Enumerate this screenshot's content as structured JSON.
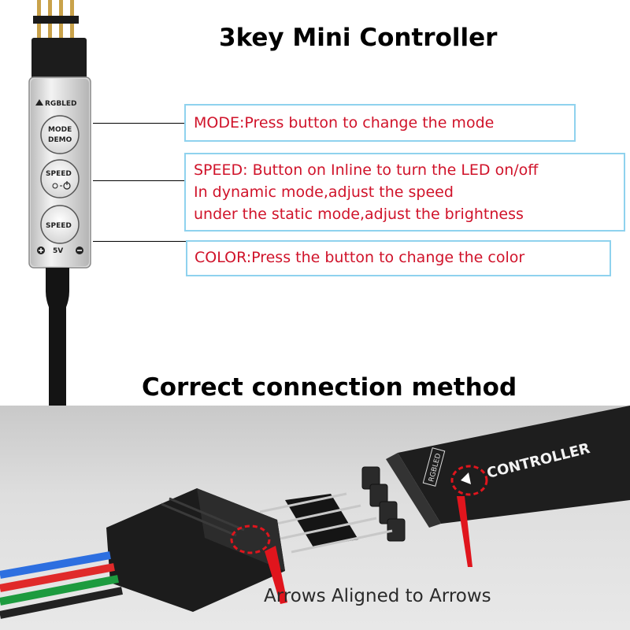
{
  "titles": {
    "top": "3key Mini Controller",
    "bottom": "Correct connection method"
  },
  "controller": {
    "brand": "RGBLED",
    "button_mode_line1": "MODE",
    "button_mode_line2": "DEMO",
    "button_speed_top": "SPEED",
    "button_speed_bottom": "SPEED",
    "voltage": "5V"
  },
  "callouts": {
    "mode": "MODE:Press button to change the mode",
    "speed_line1": "SPEED: Button on Inline to turn the LED on/off",
    "speed_line2": "In dynamic mode,adjust the speed",
    "speed_line3": "under the static mode,adjust the brightness",
    "color": "COLOR:Press the button to change the color"
  },
  "photo": {
    "controller_label": "CONTROLLER",
    "port_label": "RGBLED",
    "caption": "Arrows Aligned to Arrows"
  },
  "colors": {
    "callout_text": "#d0132a",
    "callout_border": "#8fd2ee",
    "highlight": "#e0151d"
  }
}
